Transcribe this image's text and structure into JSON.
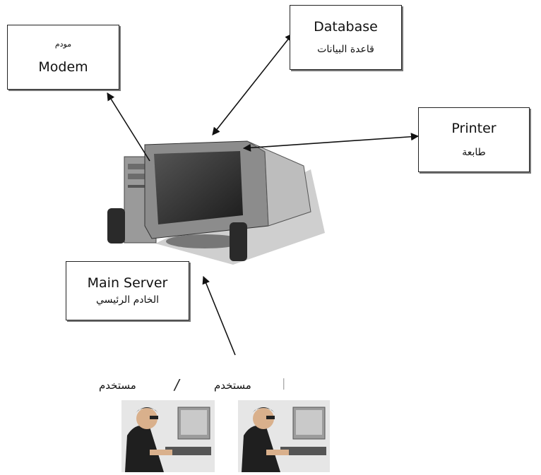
{
  "nodes": {
    "modem": {
      "en": "Modem",
      "ar": "مودم"
    },
    "database": {
      "en": "Database",
      "ar": "قاعدة البيانات"
    },
    "printer": {
      "en": "Printer",
      "ar": "طابعة"
    },
    "main_server": {
      "en": "Main Server",
      "ar": "الخادم الرئيسي"
    }
  },
  "users": [
    {
      "label": "مستخدم"
    },
    {
      "label": "مستخدم"
    }
  ],
  "separator": "/",
  "icons": {
    "computer": "computer-workstation-icon",
    "user": "user-at-computer-icon"
  }
}
